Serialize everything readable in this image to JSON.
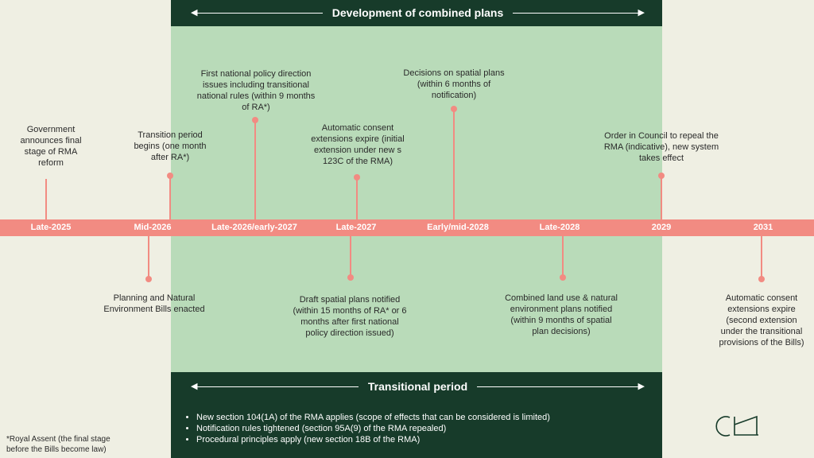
{
  "colors": {
    "background": "#efefe3",
    "green_band": "#b9dbb9",
    "dark": "#173b2a",
    "timeline": "#f28b82"
  },
  "top_banner": {
    "title": "Development of combined plans"
  },
  "bottom_banner": {
    "title": "Transitional period",
    "bullets": [
      "New section 104(1A) of the RMA applies (scope of effects that can be considered is limited)",
      "Notification rules tightened (section 95A(9) of the RMA repealed)",
      "Procedural principles apply (new section 18B of the RMA)"
    ]
  },
  "timeline": [
    "Late-2025",
    "Mid-2026",
    "Late-2026/early-2027",
    "Late-2027",
    "Early/mid-2028",
    "Late-2028",
    "2029",
    "2031"
  ],
  "events_above": [
    "Government announces final stage of RMA reform",
    "Transition period begins (one month after RA*)",
    "First national policy direction issues including transitional national rules (within 9 months of RA*)",
    "Automatic consent extensions expire (initial extension under new s 123C of the RMA)",
    "Decisions on spatial plans (within 6 months of notification)",
    "Order in Council to repeal the RMA (indicative), new system takes effect"
  ],
  "events_below": [
    "Planning and Natural Environment  Bills enacted",
    "Draft spatial plans notified (within 15 months of RA* or 6 months after first national policy direction issued)",
    "Combined land use & natural environment plans notified (within 9 months of spatial plan decisions)",
    "Automatic consent extensions expire (second extension under the transitional provisions of the Bills)"
  ],
  "footnote": "*Royal Assent (the final stage before the Bills become law)",
  "logo": "CM"
}
